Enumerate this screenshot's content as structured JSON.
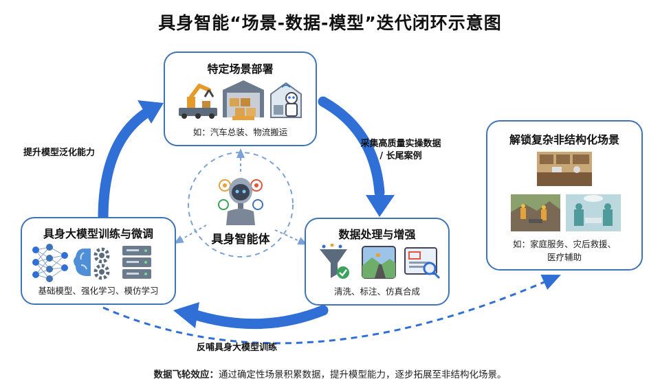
{
  "title": "具身智能“场景-数据-模型”迭代闭环示意图",
  "colors": {
    "accent": "#2f6fd6",
    "border": "#3f73b8",
    "dashed": "#2f6fd6"
  },
  "boxes": {
    "deploy": {
      "title": "特定场景部署",
      "caption": "如：汽车总装、物流搬运",
      "icons": [
        "robot-arm-conveyor-icon",
        "warehouse-boxes-icon",
        "home-robot-icon"
      ]
    },
    "data": {
      "title": "数据处理与增强",
      "caption": "清洗、标注、仿真合成",
      "icons": [
        "funnel-check-icon",
        "road-scene-icon",
        "annotation-screen-icon"
      ]
    },
    "model": {
      "title": "具身大模型训练与微调",
      "caption": "基础模型、强化学习、模仿学习",
      "icons": [
        "neural-network-icon",
        "brain-gear-icon",
        "server-rack-icon"
      ]
    },
    "unlock": {
      "title": "解锁复杂非结构化场景",
      "caption_line1": "如：家庭服务、灾后救援、",
      "caption_line2": "医疗辅助",
      "icons": [
        "kitchen-photo-icon",
        "rescue-photo-icon",
        "surgery-photo-icon"
      ]
    }
  },
  "center": {
    "label": "具身智能体",
    "icon": "robot-head-icon"
  },
  "arrows": {
    "deploy_to_data_line1": "采集高质量实操数据",
    "deploy_to_data_line2": "/ 长尾案例",
    "model_to_deploy": "提升模型泛化能力",
    "data_to_model": "反哺具身大模型训练"
  },
  "footer": {
    "label": "数据飞轮效应：",
    "text": "通过确定性场景积累数据，提升模型能力，逐步拓展至非结构化场景。"
  }
}
